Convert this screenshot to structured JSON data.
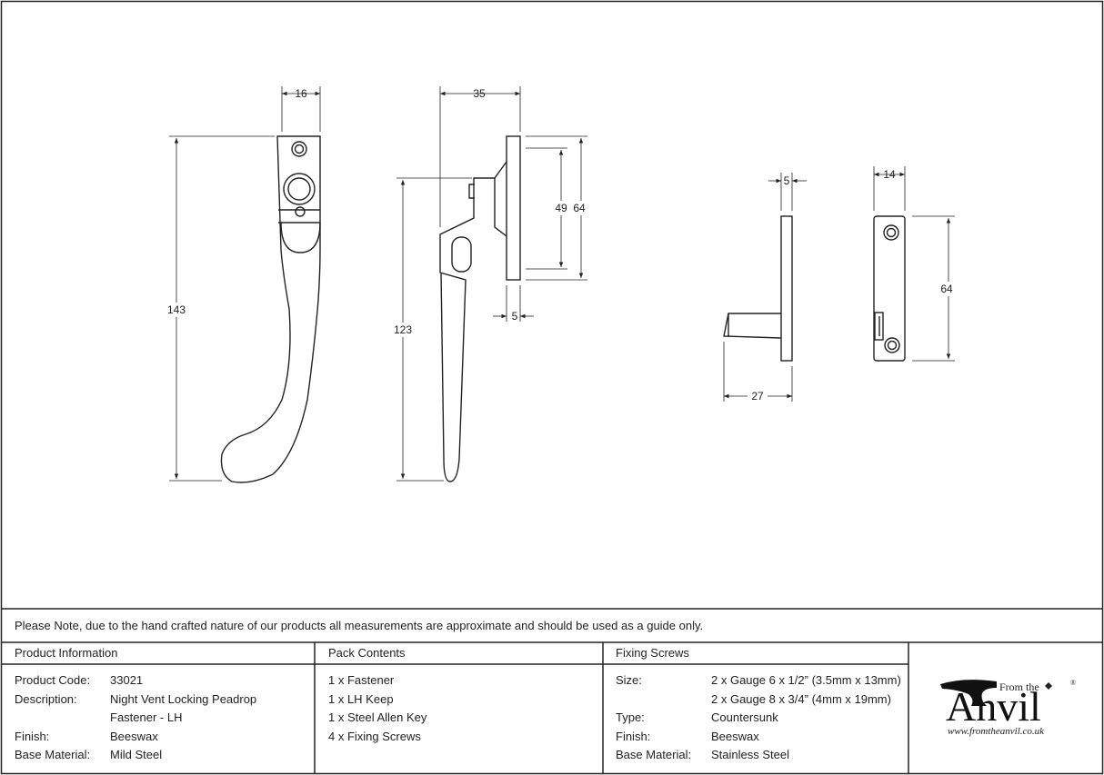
{
  "dimensions": {
    "handle_width": "16",
    "handle_height": "143",
    "side_depth": "35",
    "side_height": "123",
    "plate_inner": "49",
    "plate_outer": "64",
    "plate_thickness": "5",
    "keep_thickness": "5",
    "keep_depth": "27",
    "keep_width": "14",
    "keep_height": "64"
  },
  "note": "Please Note, due to the hand crafted nature of our products all measurements are approximate and should be used as a guide only.",
  "product_info": {
    "header": "Product Information",
    "code_label": "Product Code:",
    "code_value": "33021",
    "desc_label": "Description:",
    "desc_line1": "Night Vent Locking Peadrop",
    "desc_line2": "Fastener - LH",
    "finish_label": "Finish:",
    "finish_value": "Beeswax",
    "material_label": "Base Material:",
    "material_value": "Mild Steel"
  },
  "pack_contents": {
    "header": "Pack Contents",
    "items": [
      "1 x Fastener",
      "1 x LH Keep",
      "1 x Steel Allen Key",
      "4 x Fixing Screws"
    ]
  },
  "fixing_screws": {
    "header": "Fixing Screws",
    "size_label": "Size:",
    "size_line1": "2 x Gauge 6 x 1/2” (3.5mm x 13mm)",
    "size_line2": "2 x Gauge 8 x 3/4” (4mm x 19mm)",
    "type_label": "Type:",
    "type_value": "Countersunk",
    "finish_label": "Finish:",
    "finish_value": "Beeswax",
    "material_label": "Base Material:",
    "material_value": "Stainless Steel"
  },
  "logo": {
    "from_the": "From the",
    "brand": "Anvil",
    "registered": "®",
    "url": "www.fromtheanvil.co.uk"
  }
}
